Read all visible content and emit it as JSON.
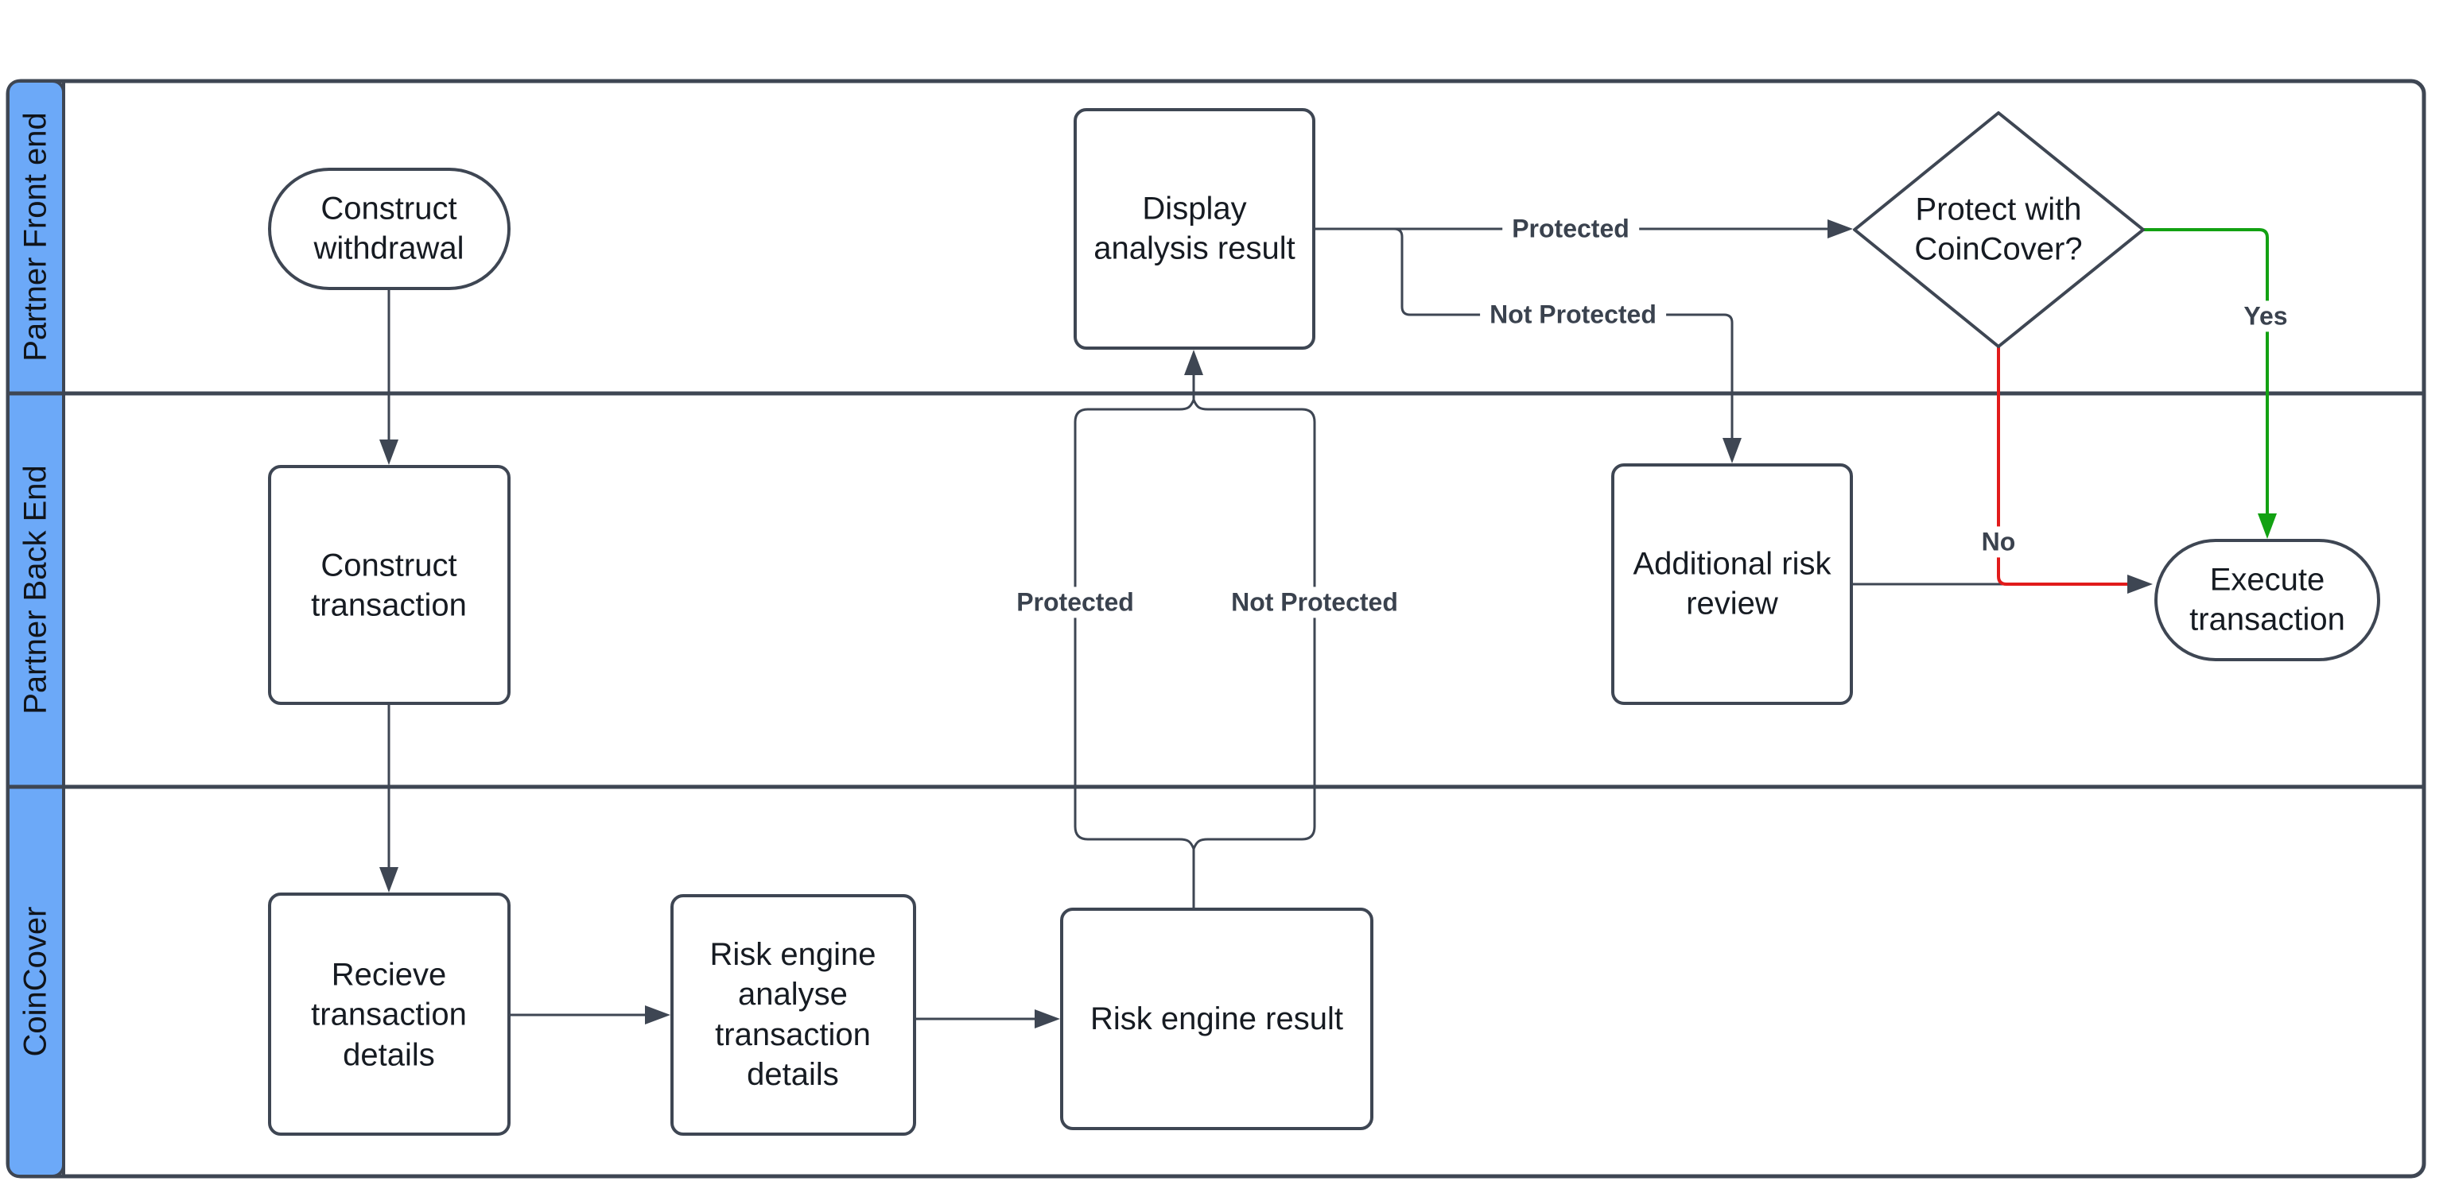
{
  "diagram": {
    "lanes": [
      {
        "label": "Partner Front end"
      },
      {
        "label": "Partner Back End"
      },
      {
        "label": "CoinCover"
      }
    ],
    "nodes": {
      "construct_withdrawal": {
        "label": "Construct\nwithdrawal",
        "shape": "terminator"
      },
      "construct_transaction": {
        "label": "Construct\ntransaction",
        "shape": "process"
      },
      "recieve_transaction_details": {
        "label": "Recieve\ntransaction\ndetails",
        "shape": "process"
      },
      "risk_engine_analyse": {
        "label": "Risk engine\nanalyse\ntransaction\ndetails",
        "shape": "process"
      },
      "risk_engine_result": {
        "label": "Risk engine result",
        "shape": "process"
      },
      "display_analysis_result": {
        "label": "Display\nanalysis result",
        "shape": "process"
      },
      "protect_with_coincover": {
        "label": "Protect with\nCoinCover?",
        "shape": "decision"
      },
      "additional_risk_review": {
        "label": "Additional risk\nreview",
        "shape": "process"
      },
      "execute_transaction": {
        "label": "Execute\ntransaction",
        "shape": "terminator"
      }
    },
    "edge_labels": {
      "protected_main": "Protected",
      "not_protected_main": "Not Protected",
      "protected_return": "Protected",
      "not_protected_return": "Not Protected",
      "yes": "Yes",
      "no": "No"
    },
    "colors": {
      "lane_fill": "#6CA9F8",
      "line": "#3E4653",
      "yes_line": "#12A112",
      "no_line": "#E11B1B",
      "node_fill": "#FFFFFF"
    }
  }
}
